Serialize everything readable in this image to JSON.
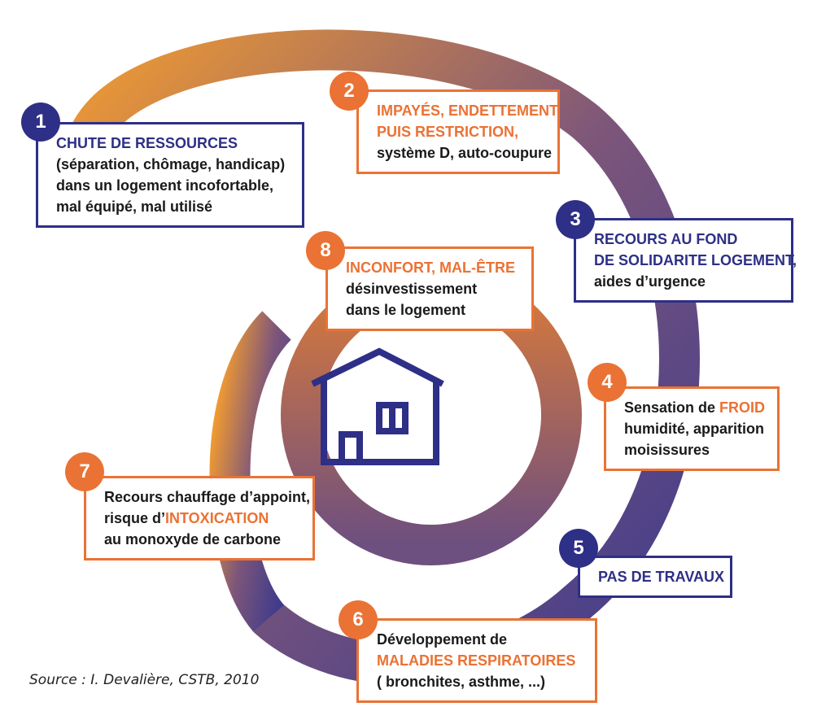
{
  "colors": {
    "blue": "#2e2f86",
    "orange": "#ea7234",
    "ring_start": "#ef9a33",
    "ring_mid": "#7d567a",
    "ring_end": "#3f3b8c"
  },
  "steps": [
    {
      "number": "1",
      "color": "blue",
      "lines": [
        [
          {
            "t": "CHUTE DE RESSOURCES",
            "hl": "blue"
          }
        ],
        [
          {
            "t": "(séparation, chômage, handicap)"
          }
        ],
        [
          {
            "t": "dans un logement incofortable,"
          }
        ],
        [
          {
            "t": "mal équipé, mal utilisé"
          }
        ]
      ]
    },
    {
      "number": "2",
      "color": "orange",
      "lines": [
        [
          {
            "t": "IMPAYÉS, ENDETTEMENT",
            "hl": "orange"
          }
        ],
        [
          {
            "t": "PUIS RESTRICTION,",
            "hl": "orange"
          }
        ],
        [
          {
            "t": "système D, auto-coupure"
          }
        ]
      ]
    },
    {
      "number": "3",
      "color": "blue",
      "lines": [
        [
          {
            "t": "RECOURS AU FOND",
            "hl": "blue"
          }
        ],
        [
          {
            "t": "DE SOLIDARITE LOGEMENT,",
            "hl": "blue"
          }
        ],
        [
          {
            "t": "aides d’urgence"
          }
        ]
      ]
    },
    {
      "number": "4",
      "color": "orange",
      "lines": [
        [
          {
            "t": "Sensation de "
          },
          {
            "t": "FROID",
            "hl": "orange"
          }
        ],
        [
          {
            "t": "humidité, apparition"
          }
        ],
        [
          {
            "t": "moisissures"
          }
        ]
      ]
    },
    {
      "number": "5",
      "color": "blue",
      "lines": [
        [
          {
            "t": "PAS DE TRAVAUX",
            "hl": "blue"
          }
        ]
      ]
    },
    {
      "number": "6",
      "color": "orange",
      "lines": [
        [
          {
            "t": "Développement de"
          }
        ],
        [
          {
            "t": "MALADIES RESPIRATOIRES",
            "hl": "orange"
          }
        ],
        [
          {
            "t": "( bronchites, asthme, ...)"
          }
        ]
      ]
    },
    {
      "number": "7",
      "color": "orange",
      "lines": [
        [
          {
            "t": "Recours chauffage d’appoint,"
          }
        ],
        [
          {
            "t": "risque d’"
          },
          {
            "t": "INTOXICATION",
            "hl": "orange"
          }
        ],
        [
          {
            "t": "au monoxyde de carbone"
          }
        ]
      ]
    },
    {
      "number": "8",
      "color": "orange",
      "lines": [
        [
          {
            "t": "INCONFORT, MAL-ÊTRE",
            "hl": "orange"
          }
        ],
        [
          {
            "t": "désinvestissement"
          }
        ],
        [
          {
            "t": "dans le logement"
          }
        ]
      ]
    }
  ],
  "center_icon": "house-icon",
  "source": "Source : I. Devalière, CSTB, 2010"
}
